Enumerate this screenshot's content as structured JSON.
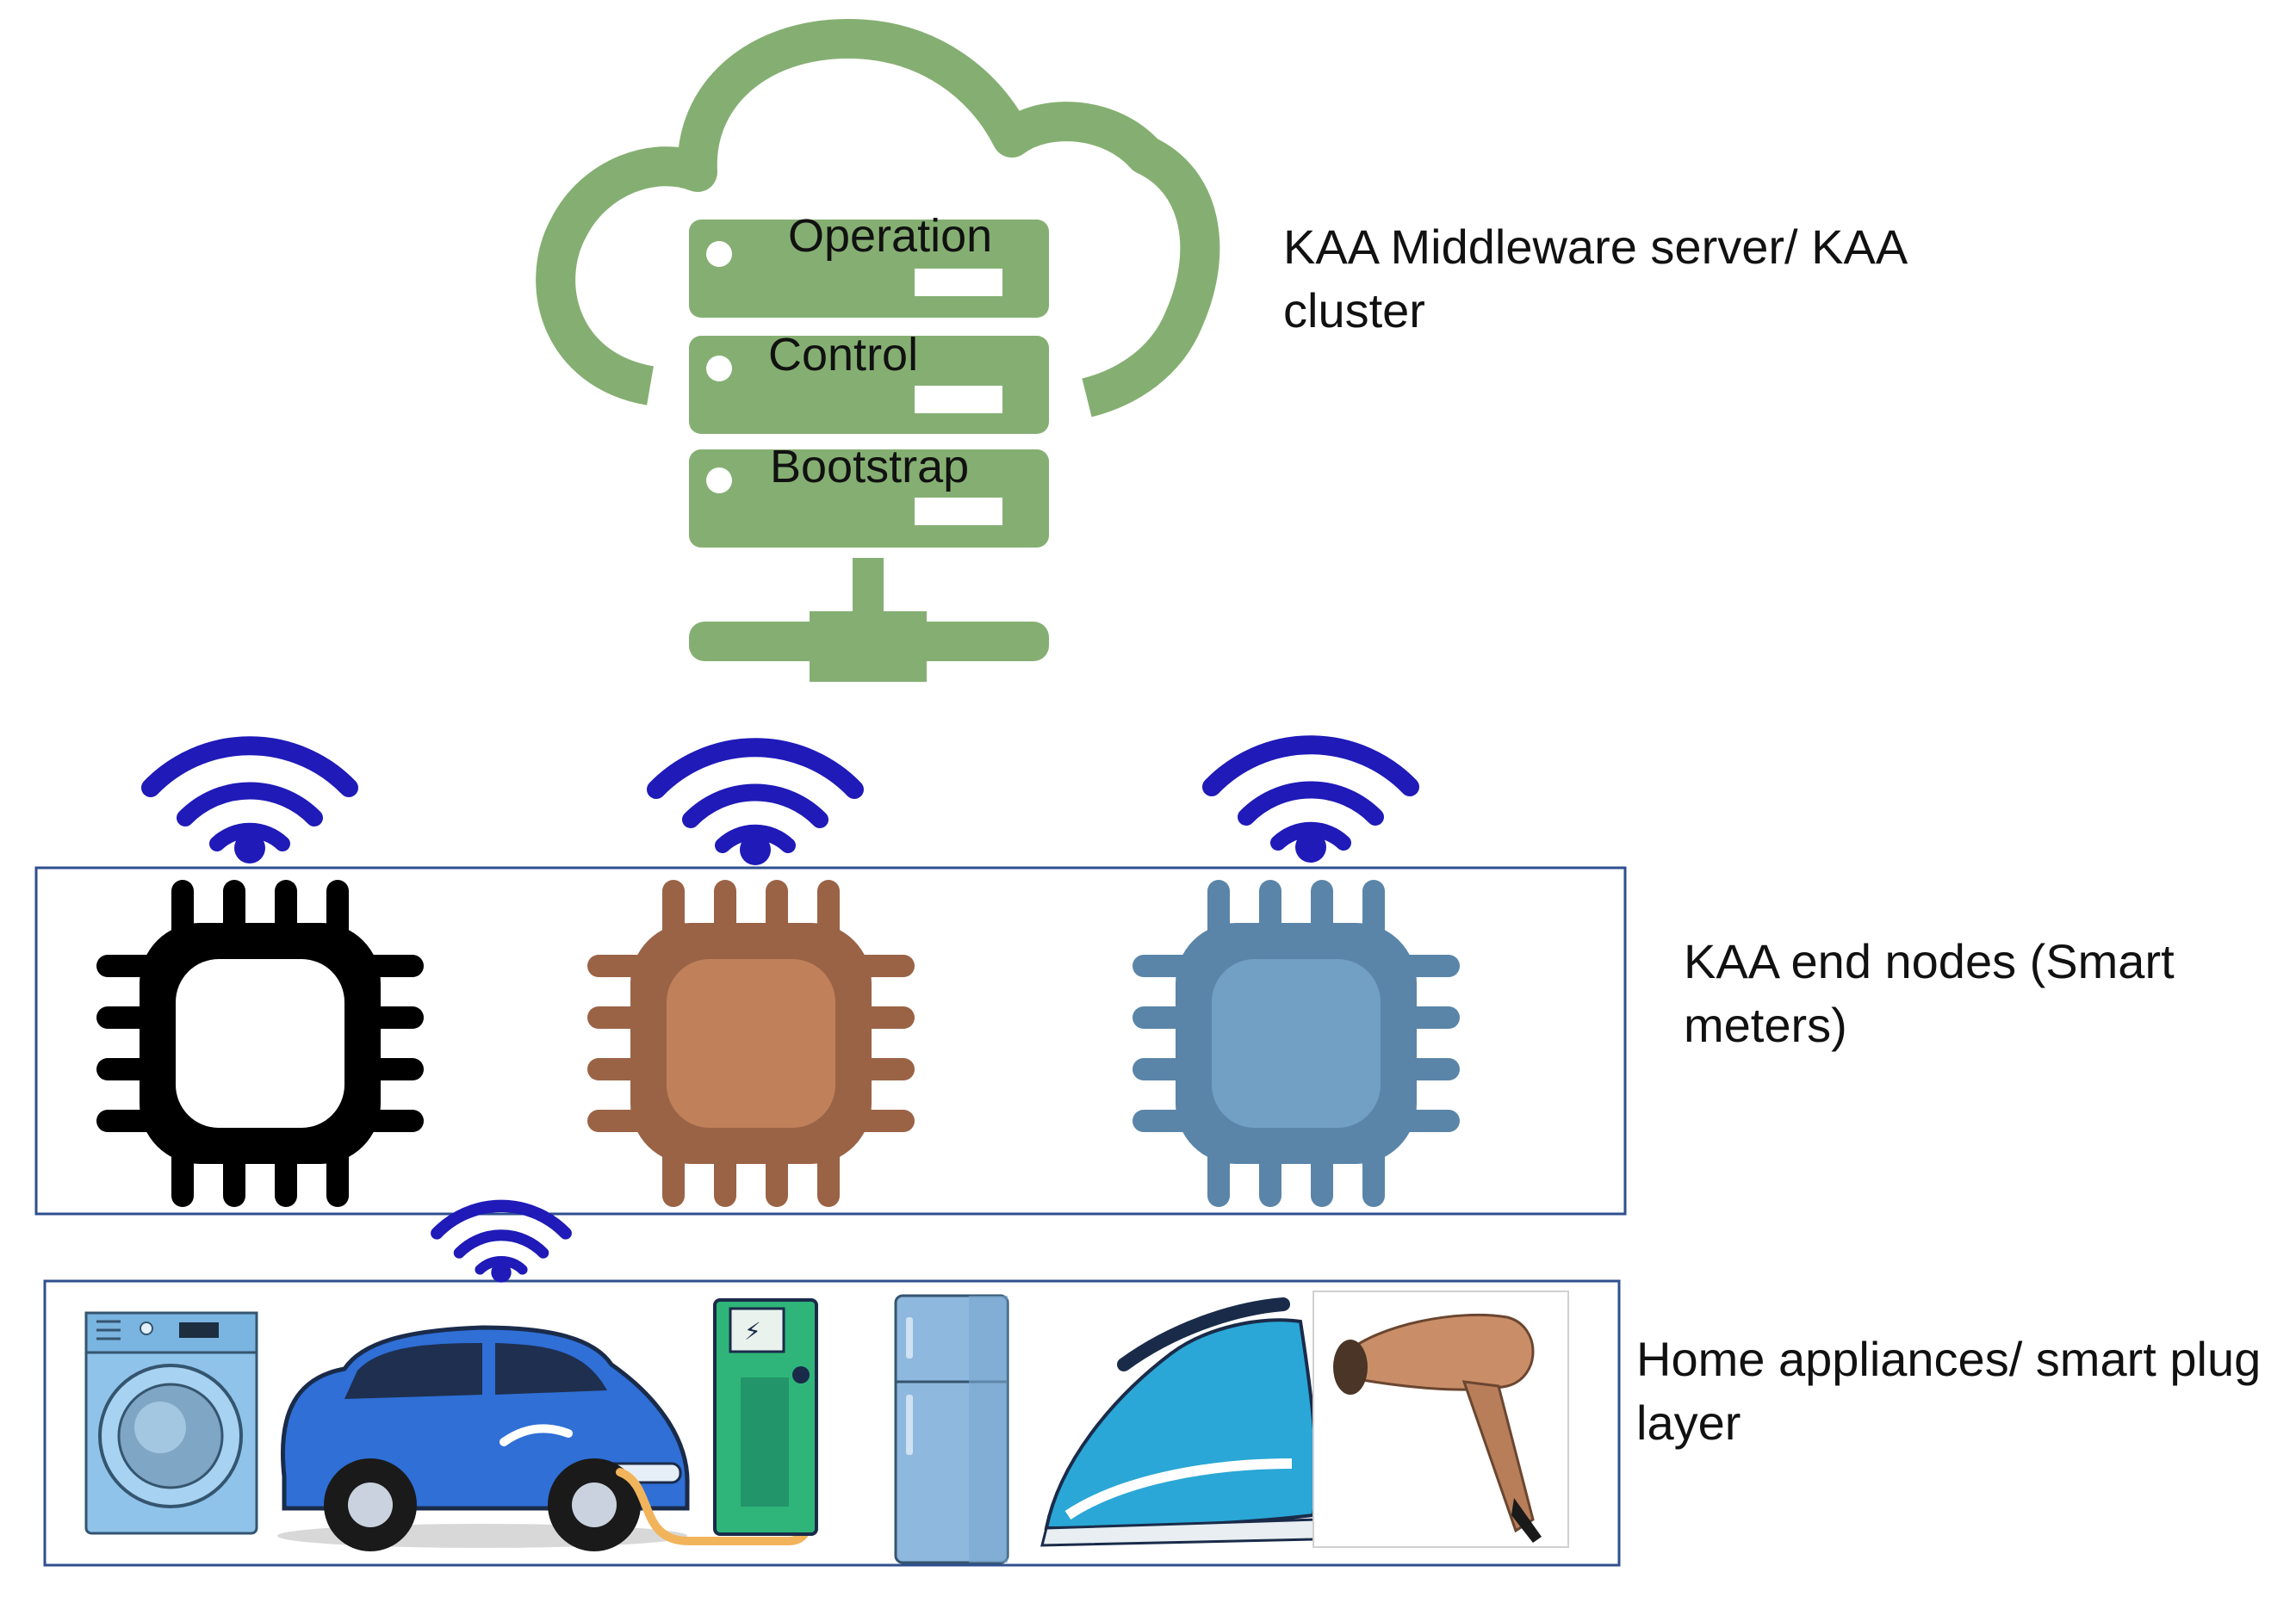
{
  "colors": {
    "cloud": "#85AF72",
    "wifi": "#1F1AB8",
    "chip_black": "#000000",
    "chip_brown_body": "#9A6346",
    "chip_brown_core": "#C0805A",
    "chip_blue_body": "#5A85A8",
    "chip_blue_core": "#729FC4",
    "box_border": "#2F4F8F"
  },
  "server": {
    "rows": [
      {
        "label": "Operation"
      },
      {
        "label": "Control"
      },
      {
        "label": "Bootstrap"
      }
    ]
  },
  "layers": {
    "middleware_label": "KAA Middleware server/ KAA cluster",
    "end_nodes_label": "KAA end nodes (Smart meters)",
    "appliances_label": "Home appliances/ smart plug layer"
  },
  "icons": {
    "cloud": "cloud-server-icon",
    "wifi": "wifi-icon",
    "chip": "microchip-icon",
    "washing_machine": "washing-machine-icon",
    "car": "electric-car-icon",
    "charger": "ev-charger-icon",
    "fridge": "refrigerator-icon",
    "iron": "clothes-iron-icon",
    "hair_dryer": "hair-dryer-icon"
  }
}
